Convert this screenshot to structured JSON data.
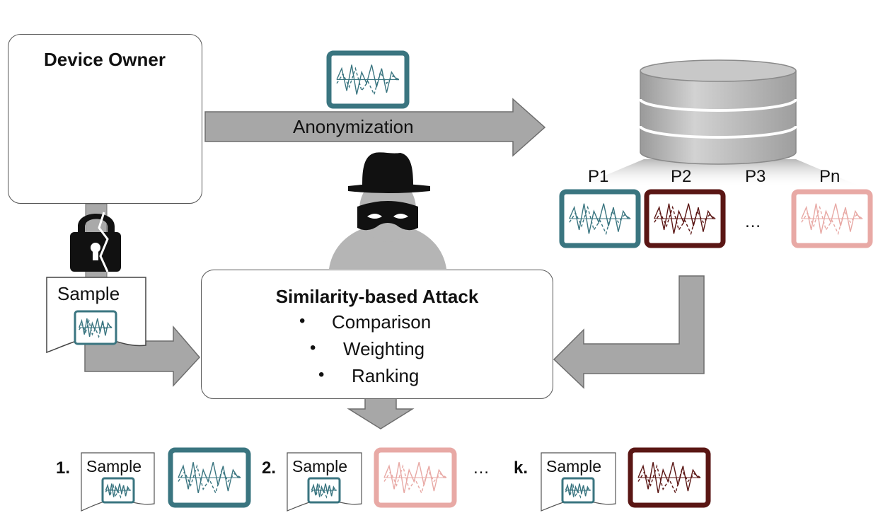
{
  "colors": {
    "teal": "#3a7580",
    "maroon": "#5a1614",
    "pink": "#e8a9a5",
    "arrow_gray": "#a7a7a7",
    "database_gray": "#bdbdbd"
  },
  "device_owner": {
    "title": "Device Owner",
    "icons": [
      "person-icon",
      "smartwatch-icon",
      "heart-icon"
    ]
  },
  "anonymization": {
    "label": "Anonymization",
    "icon": "signal-monitor-icon"
  },
  "data_owner": {
    "title": "Data Owner",
    "icon": "database-icon",
    "profiles": [
      {
        "label": "P1",
        "color": "teal"
      },
      {
        "label": "P2",
        "color": "maroon"
      },
      {
        "label": "P3",
        "color": "none"
      },
      {
        "label": "Pn",
        "color": "pink"
      }
    ],
    "ellipsis": "…"
  },
  "attacker": {
    "icon": "spy-icon"
  },
  "lock": {
    "icon": "broken-lock-icon"
  },
  "sample": {
    "label": "Sample"
  },
  "attack": {
    "title": "Similarity-based Attack",
    "bullet": "•",
    "steps": [
      "Comparison",
      "Weighting",
      "Ranking"
    ]
  },
  "topk": {
    "title": "TopK",
    "entries": [
      {
        "rank": "1.",
        "sample": "Sample",
        "color": "teal"
      },
      {
        "rank": "2.",
        "sample": "Sample",
        "color": "pink"
      },
      {
        "rank": "k.",
        "sample": "Sample",
        "color": "maroon"
      }
    ],
    "ellipsis": "…"
  }
}
